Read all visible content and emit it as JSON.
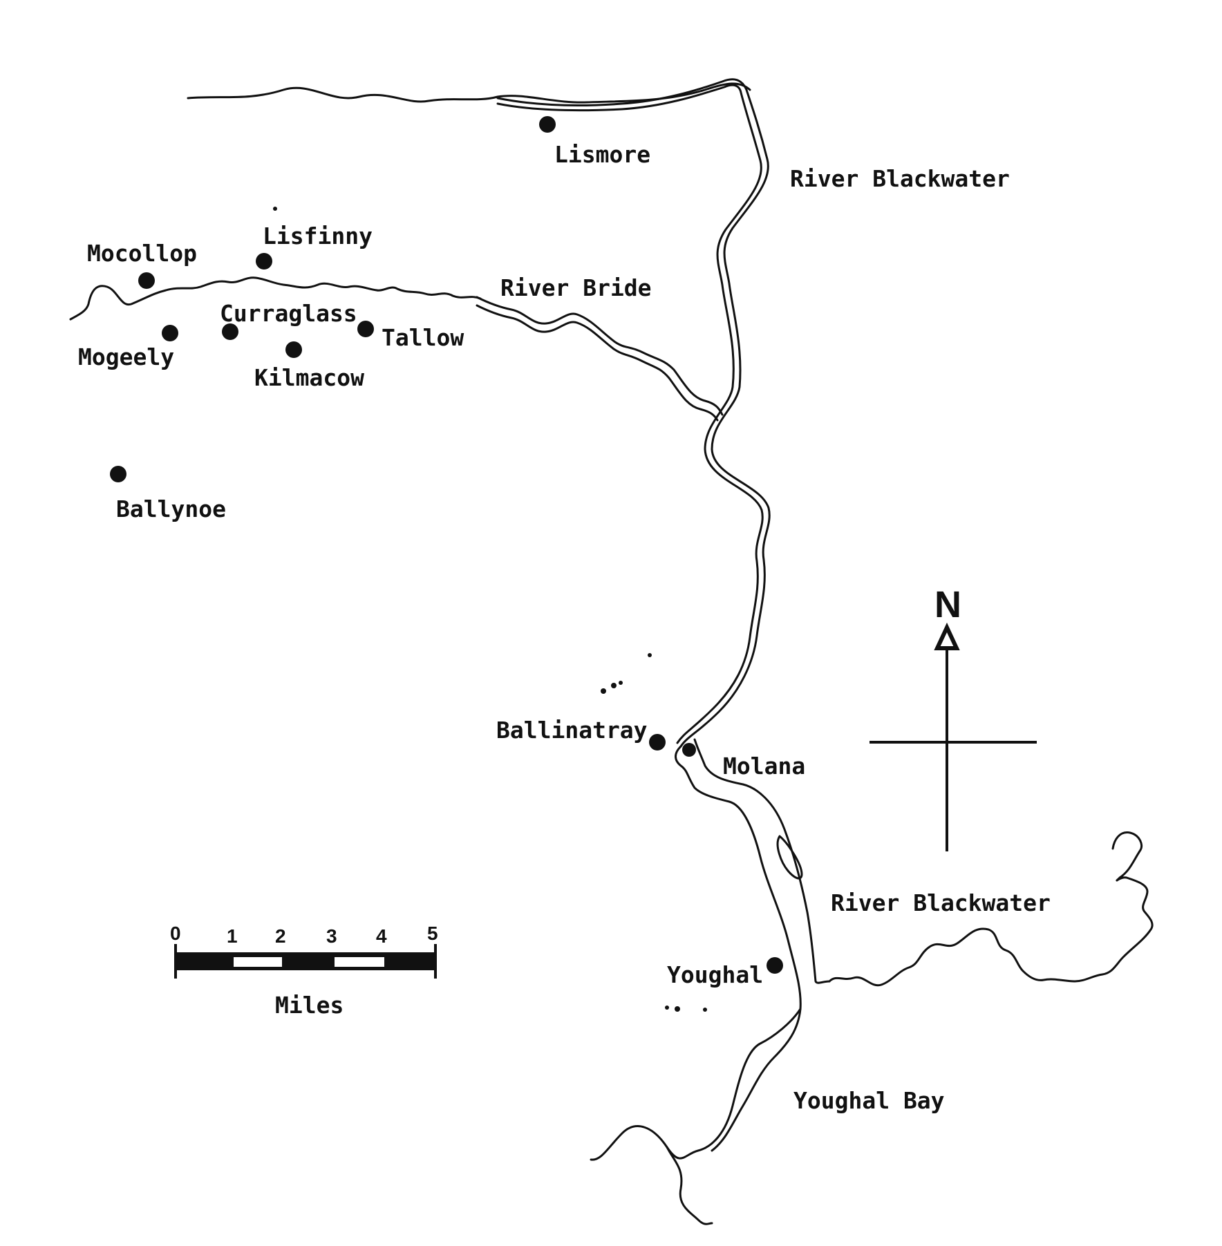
{
  "places": {
    "lismore": "Lismore",
    "lisfinny": "Lisfinny",
    "mocollop": "Mocollop",
    "curraglass": "Curraglass",
    "tallow": "Tallow",
    "mogeely": "Mogeely",
    "kilmacow": "Kilmacow",
    "ballynoe": "Ballynoe",
    "ballinatray": "Ballinatray",
    "molana": "Molana",
    "youghal": "Youghal"
  },
  "water": {
    "river_blackwater_north": "River Blackwater",
    "river_bride": "River Bride",
    "river_blackwater_south": "River Blackwater",
    "youghal_bay": "Youghal Bay"
  },
  "compass": {
    "label": "N"
  },
  "scale": {
    "ticks": [
      "0",
      "1",
      "2",
      "3",
      "4",
      "5"
    ],
    "unit": "Miles"
  },
  "colors": {
    "ink": "#111111",
    "paper": "#ffffff"
  }
}
